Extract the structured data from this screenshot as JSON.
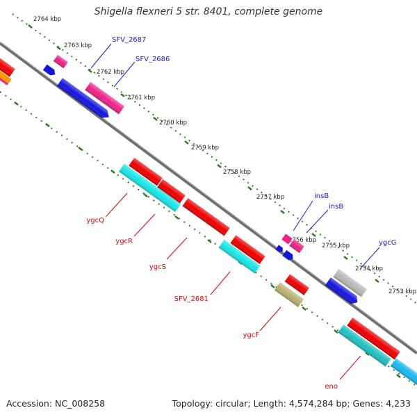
{
  "title": "Shigella flexneri 5 str. 8401, complete genome",
  "footer": {
    "accession": "Accession: NC_008258",
    "summary": "Topology: circular; Length: 4,574,284 bp; Genes: 4,233"
  },
  "colors": {
    "backbone": "#7a7a7a",
    "tick": "#2e7d1f",
    "label_forward": "#1a1ad0",
    "label_reverse": "#e00000",
    "feature_red": "#ee0000",
    "feature_pink": "#ee2288",
    "feature_blue": "#1515e0",
    "feature_cyan": "#19e6e6",
    "feature_teal": "#20c0c0",
    "feature_olive": "#b8b070",
    "feature_gray": "#b8b8b8",
    "feature_orange": "#ff9900",
    "feature_skyblue": "#19b8f0"
  },
  "kbp_labels": [
    "2764 kbp",
    "2763 kbp",
    "2762 kbp",
    "2761 kbp",
    "2760 kbp",
    "2759 kbp",
    "2758 kbp",
    "2757 kbp",
    "2756 kbp",
    "2755 kbp",
    "2754 kbp",
    "2753 kbp"
  ],
  "genes_forward": [
    "SFV_2687",
    "SFV_2686",
    "insB",
    "insB",
    "ygcG"
  ],
  "genes_reverse": [
    "ygcQ",
    "ygcR",
    "ygcS",
    "SFV_2681",
    "ygcF",
    "eno"
  ]
}
